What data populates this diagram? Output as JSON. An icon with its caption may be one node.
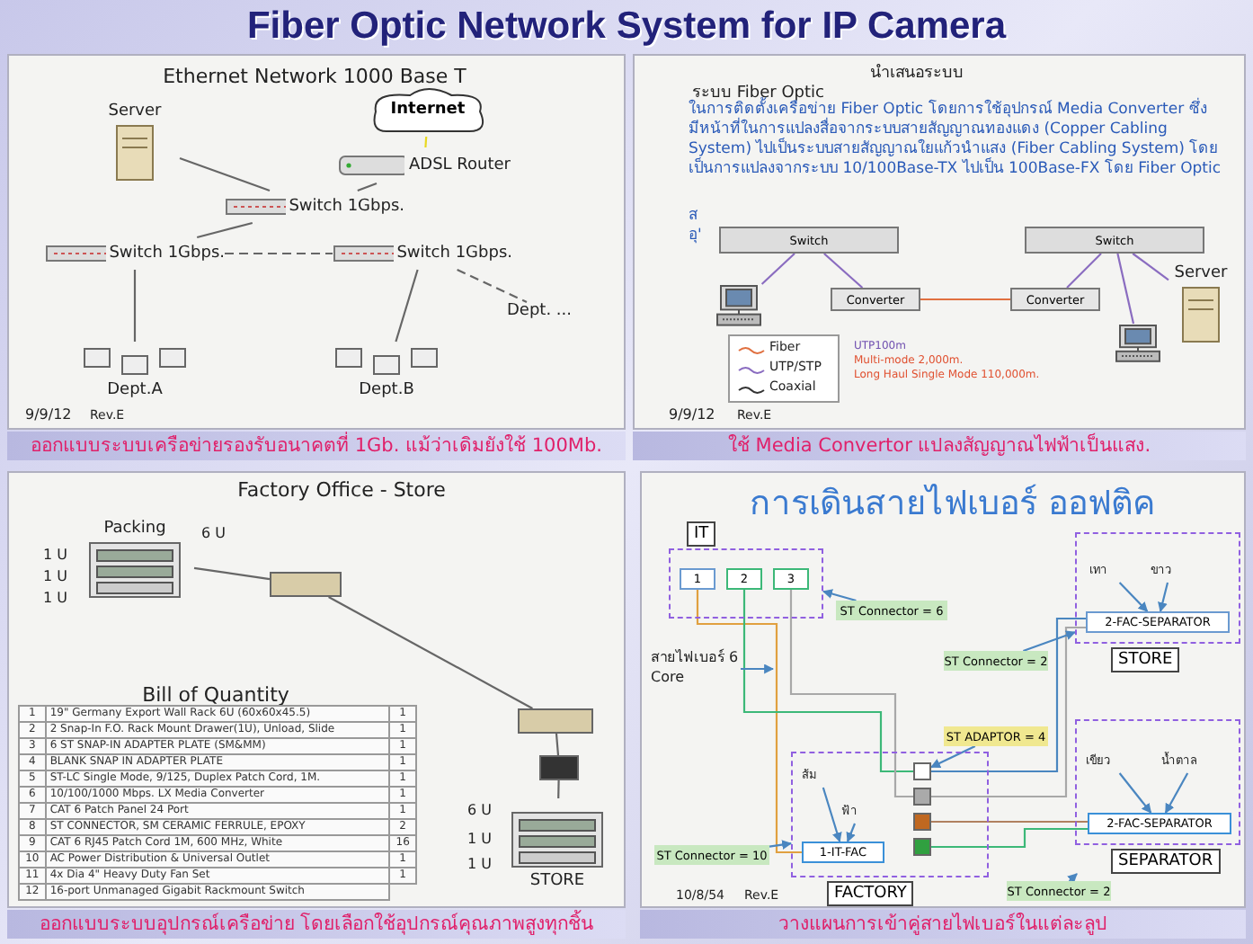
{
  "diagram": {
    "title": "Fiber Optic Network System for IP Camera",
    "nodes": [
      {
        "text": [
          "Server"
        ]
      },
      {
        "text": [
          "Internet"
        ]
      },
      {
        "text": [
          "ADSL Router"
        ]
      },
      {
        "text": [
          "Switch 1Gbps."
        ]
      },
      {
        "text": [
          "Switch 1Gbps."
        ]
      },
      {
        "text": [
          "Switch 1Gbps."
        ]
      },
      {
        "text": [
          "Dept.A"
        ]
      },
      {
        "text": [
          "Dept.B"
        ]
      },
      {
        "text": [
          "Dept. ..."
        ]
      },
      {
        "text": [
          "Switch"
        ]
      },
      {
        "text": [
          "Converter"
        ]
      },
      {
        "text": [
          "Converter"
        ]
      },
      {
        "text": [
          "Switch"
        ]
      },
      {
        "text": [
          "Server"
        ]
      },
      {
        "text": [],
        "shape": "picture"
      },
      {
        "text": [],
        "shape": "picture"
      },
      {
        "text": [
          "Packing"
        ],
        "beside": [
          "6 U",
          "1 U",
          "1 U",
          "1 U"
        ]
      },
      {
        "text": [],
        "shape": "box"
      },
      {
        "text": [],
        "shape": "box"
      },
      {
        "text": [],
        "shape": "box"
      },
      {
        "text": [
          "STORE"
        ],
        "beside": [
          "6 U",
          "1 U",
          "1 U"
        ]
      },
      {
        "text": [
          "IT"
        ]
      },
      {
        "text": [
          "1"
        ],
        "in": 21
      },
      {
        "text": [
          "2"
        ],
        "in": 21
      },
      {
        "text": [
          "3"
        ],
        "in": 21
      },
      {
        "text": [
          "STORE"
        ]
      },
      {
        "text": [
          "เทา"
        ],
        "in": 25
      },
      {
        "text": [
          "ขาว"
        ],
        "in": 25
      },
      {
        "text": [
          "2-FAC-SEPARATOR"
        ],
        "in": 25
      },
      {
        "text": [
          "FACTORY"
        ]
      },
      {
        "text": [
          "ส้ม"
        ],
        "in": 29
      },
      {
        "text": [
          "ฟ้า"
        ],
        "in": 29
      },
      {
        "text": [
          "1-IT-FAC"
        ],
        "in": 29
      },
      {
        "text": [],
        "shape": "box",
        "in": 29
      },
      {
        "text": [],
        "shape": "box",
        "in": 29
      },
      {
        "text": [],
        "shape": "box",
        "in": 29
      },
      {
        "text": [],
        "shape": "box",
        "in": 29
      },
      {
        "text": [
          "SEPARATOR"
        ]
      },
      {
        "text": [
          "เขียว"
        ],
        "in": 37
      },
      {
        "text": [
          "น้ำตาล"
        ],
        "in": 37
      },
      {
        "text": [
          "2-FAC-SEPARATOR"
        ],
        "in": 37
      },
      {
        "text": [
          "ST Connector = 6"
        ]
      },
      {
        "text": [
          "ST Connector = 2"
        ]
      },
      {
        "text": [
          "ST ADAPTOR = 4"
        ]
      },
      {
        "text": [
          "ST Connector = 10"
        ]
      },
      {
        "text": [
          "ST Connector = 2"
        ]
      },
      {
        "text": [
          "สายไฟเบอร์ 6 Core"
        ]
      }
    ],
    "edges": [
      {
        "from": 0,
        "to": 3,
        "arrow": "none"
      },
      {
        "from": 2,
        "to": 1,
        "arrow": "none",
        "color": "#e8d820"
      },
      {
        "from": 2,
        "to": 3,
        "arrow": "none"
      },
      {
        "from": 3,
        "to": 4,
        "arrow": "none"
      },
      {
        "from": 4,
        "to": 5,
        "arrow": "none",
        "style": "dashed"
      },
      {
        "from": 4,
        "to": 6,
        "arrow": "none"
      },
      {
        "from": 5,
        "to": 7,
        "arrow": "none"
      },
      {
        "from": 5,
        "to": 8,
        "arrow": "none",
        "style": "dashed"
      },
      {
        "from": 9,
        "to": 14,
        "arrow": "none",
        "color": "#8a6cc0"
      },
      {
        "from": 9,
        "to": 10,
        "arrow": "none",
        "color": "#8a6cc0"
      },
      {
        "from": 10,
        "to": 11,
        "arrow": "none",
        "color": "#e07040"
      },
      {
        "from": 11,
        "to": 12,
        "arrow": "none",
        "color": "#8a6cc0"
      },
      {
        "from": 12,
        "to": 13,
        "arrow": "none",
        "color": "#8a6cc0"
      },
      {
        "from": 12,
        "to": 15,
        "arrow": "none",
        "color": "#8a6cc0"
      },
      {
        "from": 16,
        "to": 17,
        "arrow": "none"
      },
      {
        "from": 17,
        "to": 18,
        "arrow": "none"
      },
      {
        "from": 18,
        "to": 19,
        "arrow": "none"
      },
      {
        "from": 19,
        "to": 20,
        "arrow": "none"
      },
      {
        "from": 22,
        "to": 32,
        "arrow": "none",
        "color": "#e0a040"
      },
      {
        "from": 23,
        "to": 33,
        "arrow": "none",
        "color": "#3cb878"
      },
      {
        "from": 24,
        "to": 34,
        "arrow": "none",
        "color": "#a8a8a8"
      },
      {
        "from": 33,
        "to": 28,
        "arrow": "none",
        "color": "#4a86c0"
      },
      {
        "from": 34,
        "to": 28,
        "arrow": "none",
        "color": "#a8a8a8"
      },
      {
        "from": 35,
        "to": 40,
        "arrow": "none",
        "color": "#b08060"
      },
      {
        "from": 36,
        "to": 40,
        "arrow": "none",
        "color": "#3cb878"
      },
      {
        "from": 41,
        "to": 21,
        "arrow": "to"
      },
      {
        "from": 42,
        "to": 25,
        "arrow": "to"
      },
      {
        "from": 43,
        "to": 33,
        "arrow": "to"
      },
      {
        "from": 44,
        "to": 29,
        "arrow": "to"
      },
      {
        "from": 45,
        "to": 37,
        "arrow": "to"
      },
      {
        "from": 46,
        "to": null,
        "arrow": "to"
      },
      {
        "from": 26,
        "to": 28,
        "arrow": "to"
      },
      {
        "from": 27,
        "to": 28,
        "arrow": "to"
      },
      {
        "from": 30,
        "to": 32,
        "arrow": "to"
      },
      {
        "from": 31,
        "to": 32,
        "arrow": "to"
      },
      {
        "from": 38,
        "to": 40,
        "arrow": "to"
      },
      {
        "from": 39,
        "to": 40,
        "arrow": "to"
      }
    ],
    "labels": [
      "Ethernet Network 1000 Base T",
      "9/9/12",
      "Rev.E",
      "ออกแบบระบบเครือข่ายรองรับอนาคตที่ 1Gb. แม้ว่าเดิมยังใช้ 100Mb.",
      "นำเสนอระบบ",
      "ระบบ Fiber Optic",
      "ในการติดตั้งเครือข่าย Fiber Optic โดยการใช้อุปกรณ์ Media Converter ซึ่งมีหน้าที่ในการแปลงสื่อจากระบบสายสัญญาณทองแดง (Copper Cabling System) ไปเป็นระบบสายสัญญาณใยแก้วนำแสง (Fiber Cabling System) โดยเป็นการแปลงจากระบบ 10/100Base-TX ไปเป็น 100Base-FX โดย Fiber Optic",
      "ส",
      "อุ'",
      "UTP100m",
      "Multi-mode 2,000m.",
      "Long Haul Single Mode 110,000m.",
      "9/9/12",
      "Rev.E",
      "ใช้ Media Convertor แปลงสัญญาณไฟฟ้าเป็นแสง.",
      "Factory Office - Store",
      "Bill of Quantity",
      "1",
      "19\" Germany Export Wall Rack 6U (60x60x45.5)",
      "1",
      "2",
      "2 Snap-In F.O. Rack Mount Drawer(1U), Unload, Slide",
      "1",
      "3",
      "6 ST SNAP-IN ADAPTER PLATE (SM&MM)",
      "1",
      "4",
      "BLANK SNAP IN ADAPTER PLATE",
      "1",
      "5",
      "ST-LC Single Mode, 9/125, Duplex Patch Cord, 1M.",
      "1",
      "6",
      "10/100/1000 Mbps. LX Media Converter",
      "1",
      "7",
      "CAT 6 Patch Panel 24 Port",
      "1",
      "8",
      "ST CONNECTOR, SM CERAMIC FERRULE, EPOXY",
      "2",
      "9",
      "CAT 6 RJ45 Patch Cord 1M, 600 MHz, White",
      "16",
      "10",
      "AC Power Distribution & Universal Outlet",
      "1",
      "11",
      "4x Dia 4\" Heavy Duty Fan Set",
      "1",
      "12",
      "16-port Unmanaged Gigabit Rackmount Switch",
      "ออกแบบระบบอุปกรณ์เครือข่าย โดยเลือกใช้อุปกรณ์คุณภาพสูงทุกชิ้น",
      "การเดินสายไฟเบอร์ ออฟติค",
      "10/8/54",
      "Rev.E",
      "วางแผนการเข้าคู่สายไฟเบอร์ในแต่ละลูป"
    ],
    "legend": [
      {
        "text": "Fiber"
      },
      {
        "text": "UTP/STP"
      },
      {
        "text": "Coaxial"
      }
    ]
  }
}
